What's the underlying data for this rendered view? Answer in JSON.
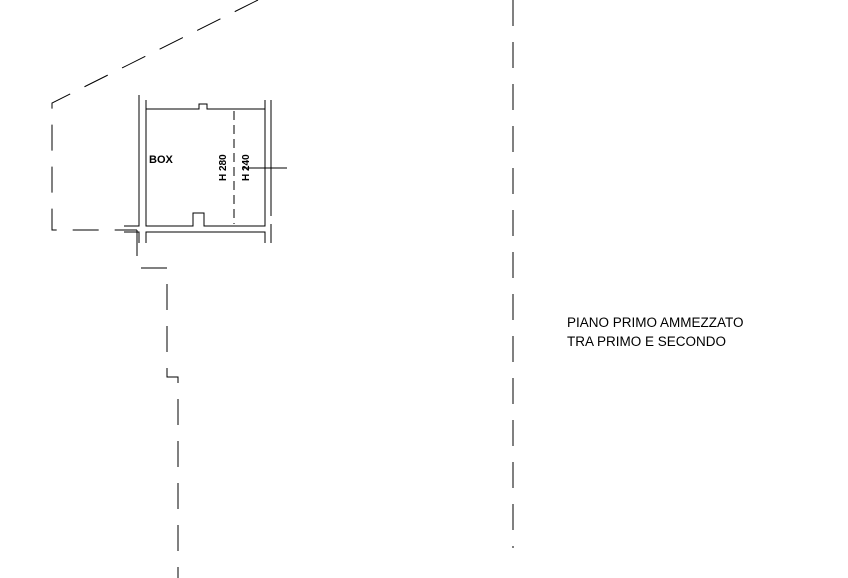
{
  "plan": {
    "room_label": "BOX",
    "ceiling_height_1": "H 280",
    "ceiling_height_2": "H 240",
    "caption_line_1": "PIANO PRIMO AMMEZZATO",
    "caption_line_2": "TRA PRIMO E SECONDO"
  }
}
